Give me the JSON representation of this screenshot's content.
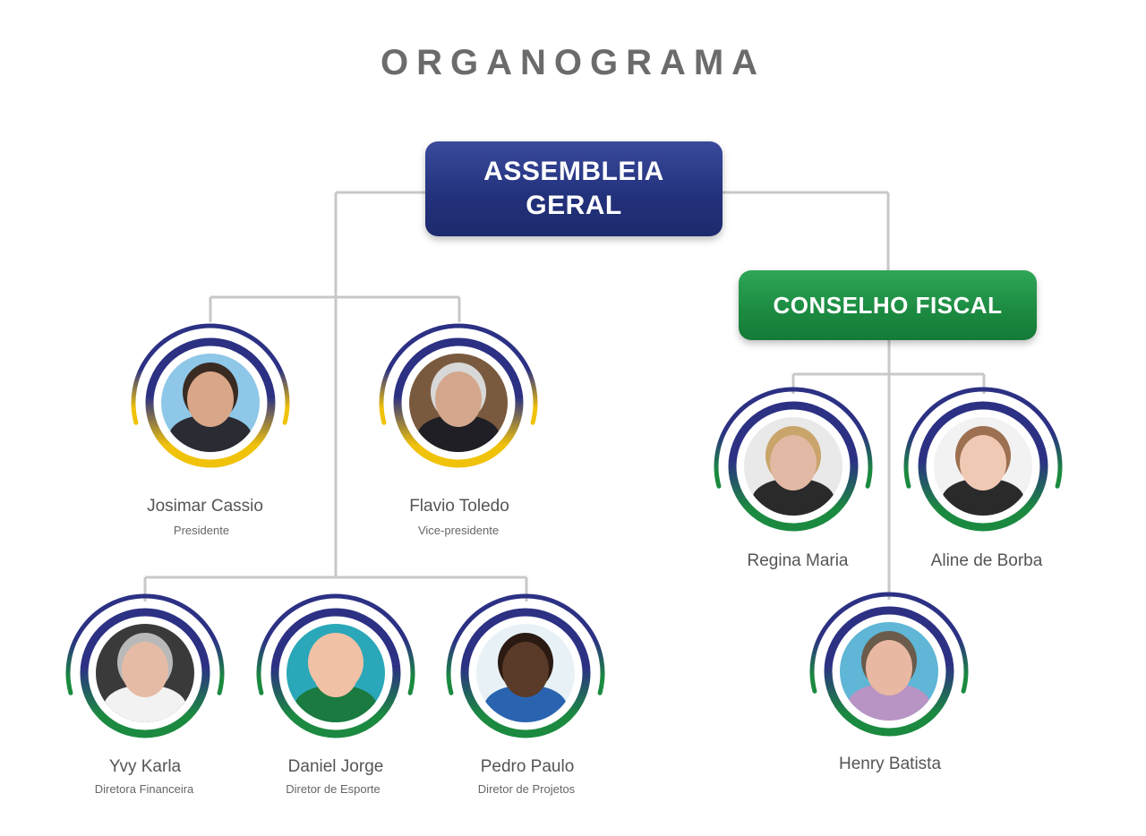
{
  "title": "ORGANOGRAMA",
  "boxes": {
    "assembly": {
      "line1": "ASSEMBLEIA",
      "line2": "GERAL"
    },
    "fiscal": {
      "label": "CONSELHO FISCAL"
    }
  },
  "colors": {
    "line": "#c8c8c8",
    "assembly": "#22317a",
    "fiscal": "#1b8a40",
    "ring_navy": "#2c3184",
    "ring_gold": "#f0c20a",
    "ring_green": "#1b8a40"
  },
  "people": {
    "josimar": {
      "name": "Josimar Cassio",
      "role": "Presidente",
      "ring": "gold",
      "skin": "#d9a788",
      "hair": "#3a2b22",
      "bg": "#8fc7e8",
      "shirt": "#2b2b33"
    },
    "flavio": {
      "name": "Flavio Toledo",
      "role": "Vice-presidente",
      "ring": "gold",
      "skin": "#d4a78d",
      "hair": "#d8d8d8",
      "bg": "#7a5a3e",
      "shirt": "#1f1f25"
    },
    "yvy": {
      "name": "Yvy Karla",
      "role": "Diretora Financeira",
      "ring": "green",
      "skin": "#e6bba5",
      "hair": "#b9b9b9",
      "bg": "#3a3a3a",
      "shirt": "#f2f2f2"
    },
    "daniel": {
      "name": "Daniel Jorge",
      "role": "Diretor de Esporte",
      "ring": "green",
      "skin": "#f0c1a5",
      "hair": "#f0c1a5",
      "bg": "#2aa7b8",
      "shirt": "#1a7a3f"
    },
    "pedro": {
      "name": "Pedro Paulo",
      "role": "Diretor de Projetos",
      "ring": "green",
      "skin": "#5a3a28",
      "hair": "#2a1a12",
      "bg": "#e8f2f6",
      "shirt": "#2a64b0"
    },
    "regina": {
      "name": "Regina Maria",
      "ring": "green",
      "skin": "#e2b9a4",
      "hair": "#c9a46b",
      "bg": "#e9e9e9",
      "shirt": "#2a2a2a"
    },
    "aline": {
      "name": "Aline de Borba",
      "ring": "green",
      "skin": "#f0c9b4",
      "hair": "#9c7050",
      "bg": "#f2f2f2",
      "shirt": "#2a2a2a"
    },
    "henry": {
      "name": "Henry Batista",
      "ring": "green",
      "skin": "#e9b8a2",
      "hair": "#6b5b4a",
      "bg": "#5fb6d6",
      "shirt": "#b894c4"
    }
  }
}
